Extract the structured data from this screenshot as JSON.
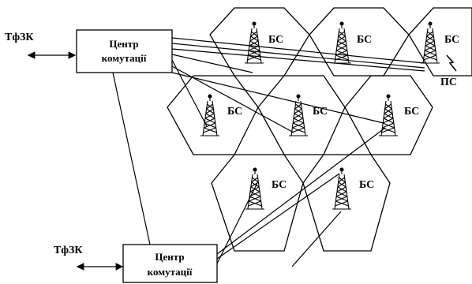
{
  "switching_centers": [
    {
      "line1": "Центр",
      "line2": "комутації"
    },
    {
      "line1": "Центр",
      "line2": "комутації"
    }
  ],
  "pstn_labels": [
    "ТфЗК",
    "ТфЗК"
  ],
  "base_station_label": "БС",
  "mobile_station_label": "ПС",
  "cells": [
    {
      "id": "top-1"
    },
    {
      "id": "top-2"
    },
    {
      "id": "top-3"
    },
    {
      "id": "mid-1"
    },
    {
      "id": "mid-2"
    },
    {
      "id": "mid-3"
    },
    {
      "id": "bottom-1"
    },
    {
      "id": "bottom-2"
    }
  ],
  "icons": {
    "base_station": "antenna-tower-icon",
    "mobile_station": "lightning-signal-icon"
  }
}
